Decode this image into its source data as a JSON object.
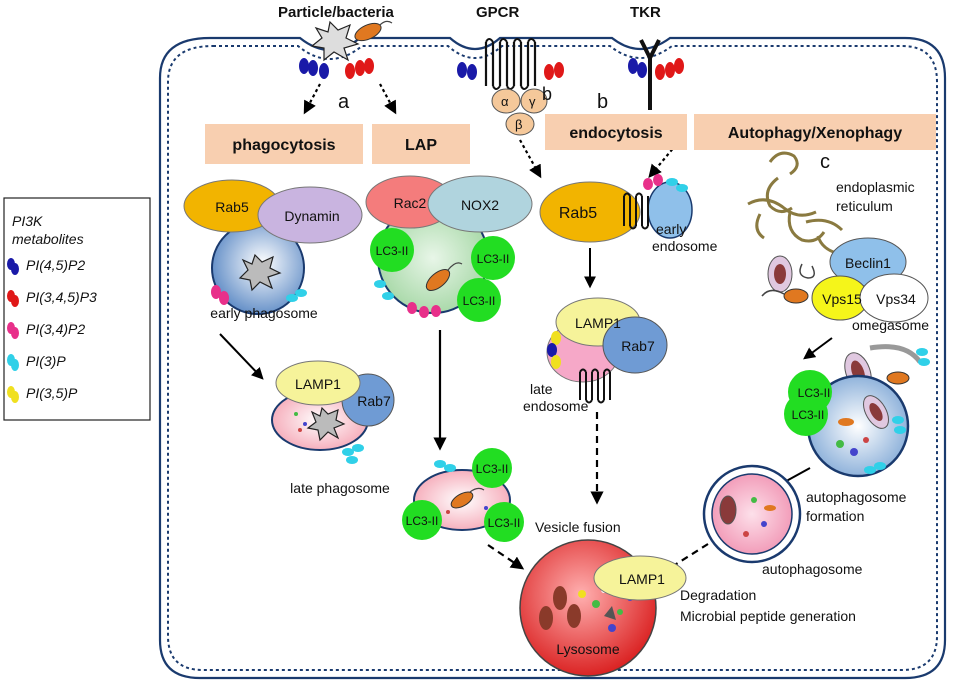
{
  "receptors": {
    "particle": "Particle/bacteria",
    "gpcr": "GPCR",
    "tkr": "TKR",
    "g_alpha": "α",
    "g_beta": "β",
    "g_gamma": "γ"
  },
  "pathway_labels": {
    "a": "a",
    "b": "b",
    "b2": "b",
    "c": "c"
  },
  "pathways": {
    "phagocytosis": "phagocytosis",
    "lap": "LAP",
    "endocytosis": "endocytosis",
    "autophagy": "Autophagy/Xenophagy"
  },
  "proteins": {
    "rab5": "Rab5",
    "dynamin": "Dynamin",
    "rac2": "Rac2",
    "nox2": "NOX2",
    "lc3": "LC3-II",
    "lamp1": "LAMP1",
    "rab7": "Rab7",
    "beclin1": "Beclin1",
    "vps15": "Vps15",
    "vps34": "Vps34"
  },
  "compartments": {
    "early_phagosome": "early phagosome",
    "late_phagosome": "late phagosome",
    "early_endosome_1": "early",
    "early_endosome_2": "endosome",
    "late_endosome_1": "late",
    "late_endosome_2": "endosome",
    "er_1": "endoplasmic",
    "er_2": "reticulum",
    "omegasome": "omegasome",
    "autophagosome_formation_1": "autophagosome",
    "autophagosome_formation_2": "formation",
    "autophagosome": "autophagosome",
    "vesicle_fusion": "Vesicle fusion",
    "lysosome": "Lysosome",
    "degradation": "Degradation",
    "peptide": "Microbial peptide generation"
  },
  "legend": {
    "title_1": "PI3K",
    "title_2": "metabolites",
    "items": [
      {
        "label": "PI(4,5)P2",
        "color": "#1a1aa8"
      },
      {
        "label": "PI(3,4,5)P3",
        "color": "#e01818"
      },
      {
        "label": "PI(3,4)P2",
        "color": "#e8308a"
      },
      {
        "label": "PI(3)P",
        "color": "#30d0e8"
      },
      {
        "label": "PI(3,5)P",
        "color": "#f0e020"
      }
    ]
  },
  "colors": {
    "box": "#f8cfb0",
    "rab5": "#f2b400",
    "dynamin": "#c9b4e0",
    "rac2": "#f47c7c",
    "nox2": "#b0d4de",
    "lc3": "#22dd22",
    "lamp1": "#f6f39a",
    "rab7": "#6f9bd4",
    "beclin1": "#8fc0ea",
    "vps15": "#f5f51a",
    "lysosome": "#e8302e",
    "membrane": "#1a3a6e"
  }
}
